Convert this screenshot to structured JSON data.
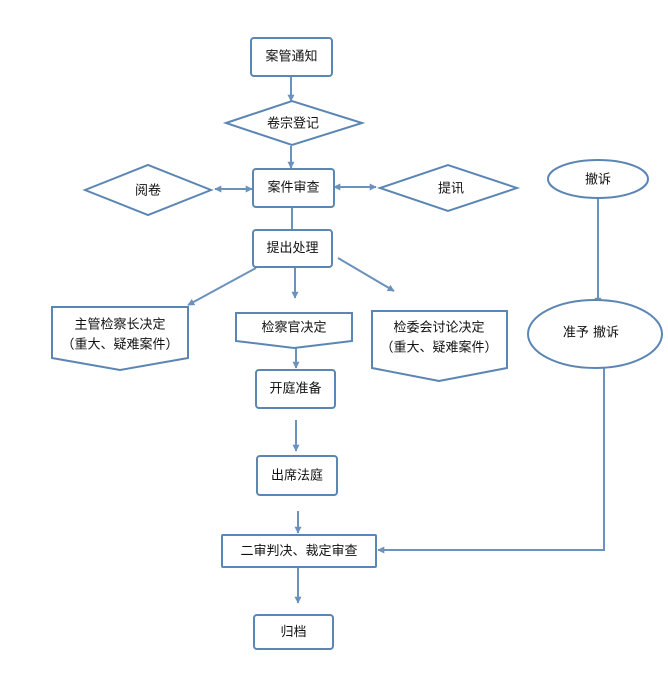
{
  "colors": {
    "stroke": "#5b86b4",
    "edge": "#6b91bd",
    "text": "#111111",
    "background": "#ffffff"
  },
  "nodes": {
    "case_notice": "案管通知",
    "file_register": "卷宗登记",
    "read_file": "阅卷",
    "case_review": "案件审查",
    "interrogate": "提讯",
    "propose_handling": "提出处理",
    "director_decision_line1": "主管检察长决定",
    "director_decision_line2": "（重大、疑难案件）",
    "prosecutor_decision": "检察官决定",
    "committee_decision_line1": "检委会讨论决定",
    "committee_decision_line2": "（重大、疑难案件）",
    "trial_prep": "开庭准备",
    "attend_court": "出席法庭",
    "second_instance_review": "二审判决、裁定审查",
    "archive": "归档",
    "withdraw_appeal": "撤诉",
    "approve_withdraw": "准予 撤诉"
  }
}
